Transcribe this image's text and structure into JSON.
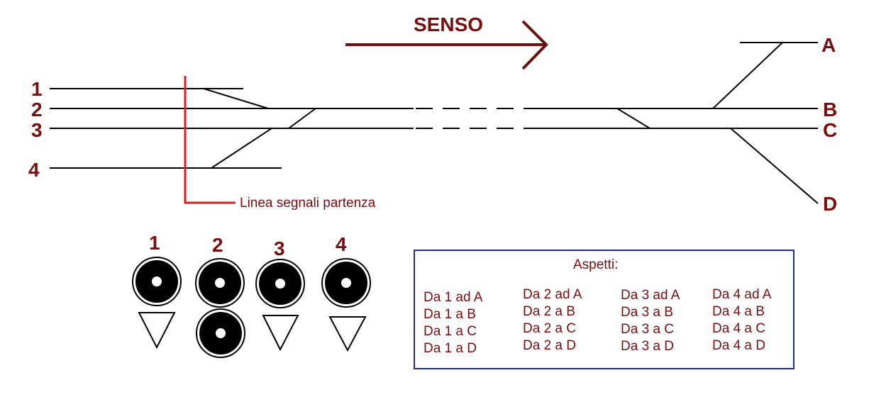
{
  "direction": {
    "label": "SENSO"
  },
  "left_tracks": [
    "1",
    "2",
    "3",
    "4"
  ],
  "right_tracks": [
    "A",
    "B",
    "C",
    "D"
  ],
  "signal_line": {
    "label": "Linea segnali partenza"
  },
  "signals": [
    "1",
    "2",
    "3",
    "4"
  ],
  "aspects": {
    "title": "Aspetti:",
    "columns": [
      [
        "Da 1 ad A",
        "Da 1 a B",
        "Da 1 a C",
        "Da 1 a D"
      ],
      [
        "Da 2 ad A",
        "Da 2 a B",
        "Da 2 a C",
        "Da 2 a D"
      ],
      [
        "Da 3 ad A",
        "Da 3 a B",
        "Da 3 a C",
        "Da 3 a D"
      ],
      [
        "Da 4 ad A",
        "Da 4 a B",
        "Da 4 a C",
        "Da 4 a D"
      ]
    ]
  },
  "colors": {
    "text": "#7a0e0e",
    "track": "#000000",
    "signal_line": "#d42020",
    "legend_border": "#1f2a9c"
  }
}
